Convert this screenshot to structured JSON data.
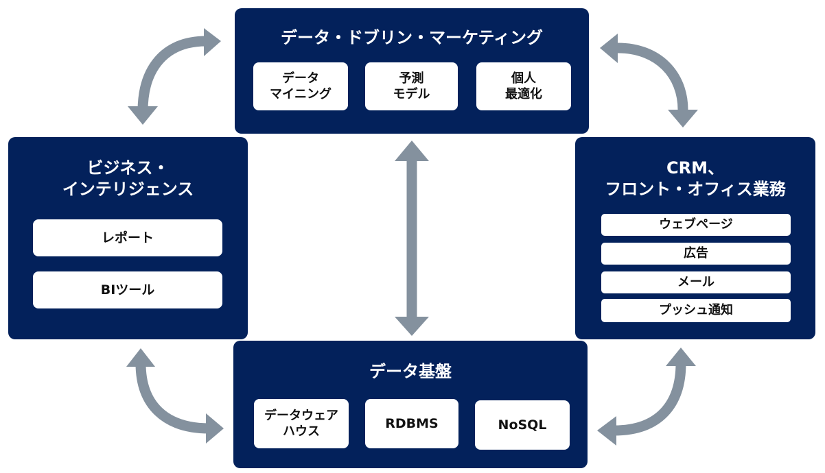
{
  "diagram": {
    "arrow_color": "#84919e",
    "panel_color": "#03215b",
    "panels": {
      "top": {
        "title": "データ・ドブリン・マーケティング",
        "items": [
          {
            "line1": "データ",
            "line2": "マイニング"
          },
          {
            "line1": "予測",
            "line2": "モデル"
          },
          {
            "line1": "個人",
            "line2": "最適化"
          }
        ]
      },
      "left": {
        "title_line1": "ビジネス・",
        "title_line2": "インテリジェンス",
        "items": [
          "レポート",
          "BIツール"
        ]
      },
      "right": {
        "title_line1": "CRM、",
        "title_line2": "フロント・オフィス業務",
        "items": [
          "ウェブページ",
          "広告",
          "メール",
          "プッシュ通知"
        ]
      },
      "bottom": {
        "title": "データ基盤",
        "items": [
          {
            "line1": "データウェア",
            "line2": "ハウス"
          },
          {
            "line1": "RDBMS",
            "line2": ""
          },
          {
            "line1": "NoSQL",
            "line2": ""
          }
        ]
      }
    },
    "connections": [
      {
        "from": "left",
        "to": "top",
        "type": "bidirectional"
      },
      {
        "from": "top",
        "to": "right",
        "type": "bidirectional"
      },
      {
        "from": "top",
        "to": "bottom",
        "type": "bidirectional"
      },
      {
        "from": "left",
        "to": "bottom",
        "type": "bidirectional"
      },
      {
        "from": "bottom",
        "to": "right",
        "type": "bidirectional"
      }
    ]
  }
}
